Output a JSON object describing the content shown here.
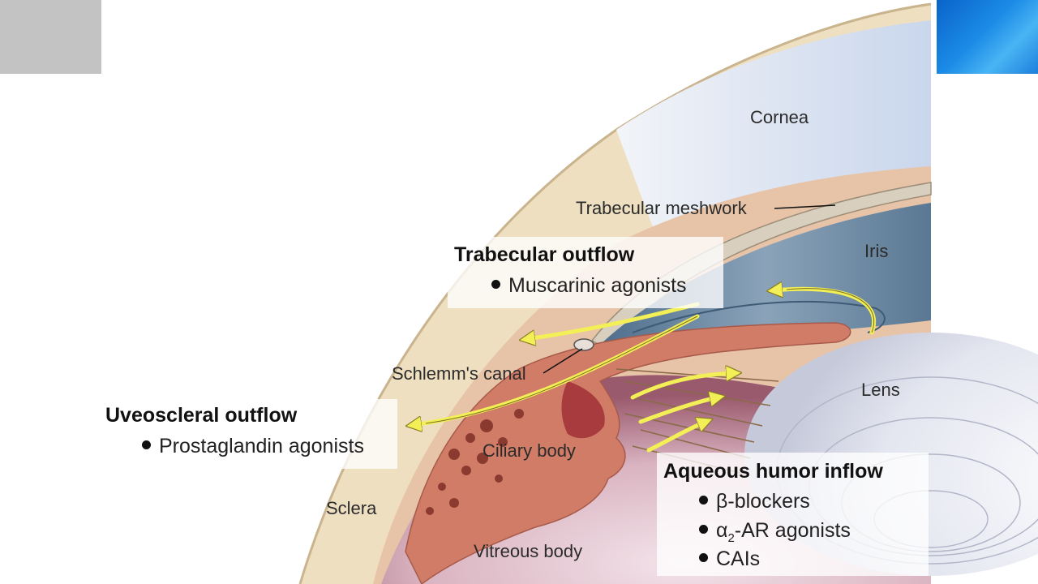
{
  "labels": {
    "cornea": "Cornea",
    "trabecular_meshwork": "Trabecular meshwork",
    "iris": "Iris",
    "schlemms_canal": "Schlemm's canal",
    "lens": "Lens",
    "ciliary_body": "Ciliary body",
    "sclera": "Sclera",
    "vitreous_body": "Vitreous body"
  },
  "pathways": {
    "trabecular": {
      "title": "Trabecular outflow",
      "drugs": [
        "Muscarinic agonists"
      ]
    },
    "uveoscleral": {
      "title": "Uveoscleral outflow",
      "drugs": [
        "Prostaglandin agonists"
      ]
    },
    "inflow": {
      "title": "Aqueous humor inflow",
      "drugs": [
        {
          "symbol": "β",
          "text": "-blockers"
        },
        {
          "symbol": "α",
          "sub": "2",
          "text": "-AR agonists"
        },
        {
          "text": "CAIs"
        }
      ]
    }
  },
  "colors": {
    "flow_arrow": "#f3ef57",
    "sclera": "#f3e3c2",
    "iris": "#6d8aa4",
    "ciliary": "#d4806c",
    "vitreous": "#c9a0ad"
  }
}
